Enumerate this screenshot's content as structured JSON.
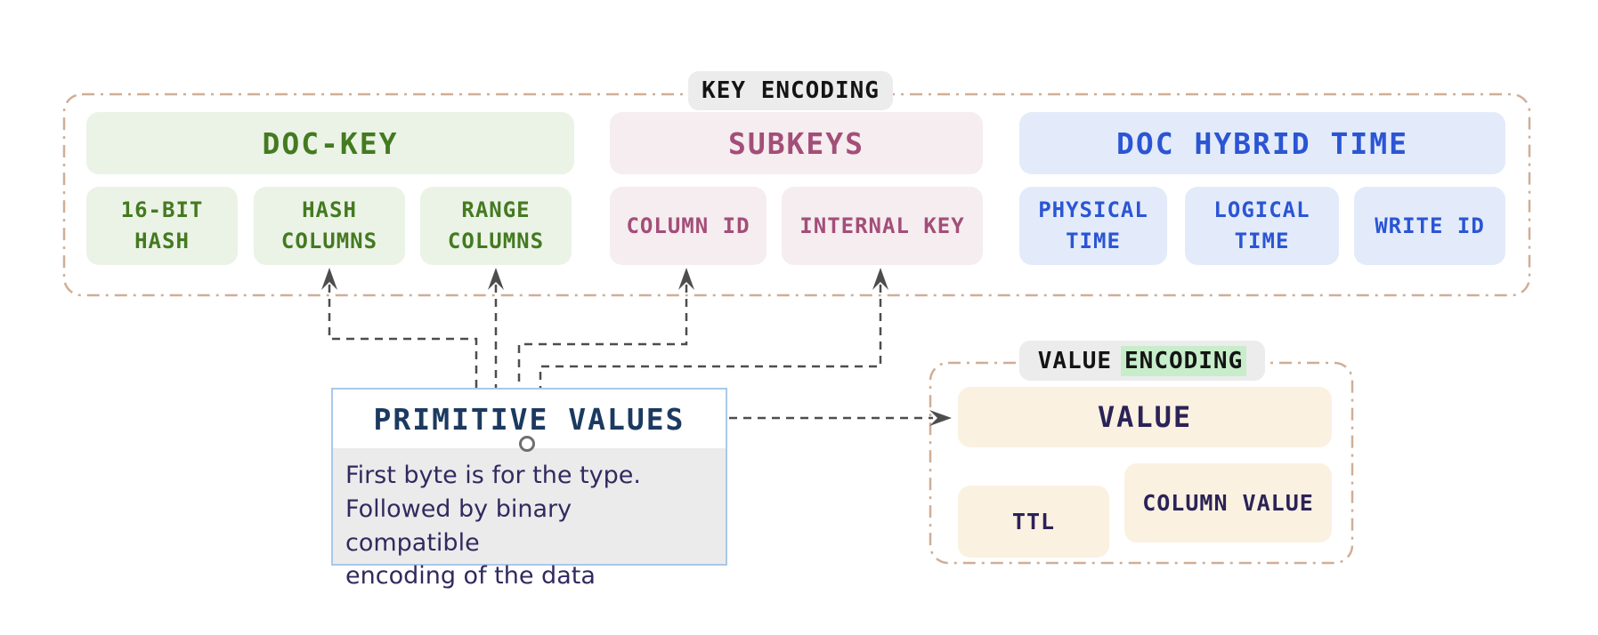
{
  "diagram_title": "DocDB key/value encoding",
  "key_encoding": {
    "label": "KEY ENCODING",
    "groups": [
      {
        "title": "DOC-KEY",
        "items": [
          "16-BIT\nHASH",
          "HASH\nCOLUMNS",
          "RANGE\nCOLUMNS"
        ]
      },
      {
        "title": "SUBKEYS",
        "items": [
          "COLUMN ID",
          "INTERNAL KEY"
        ]
      },
      {
        "title": "DOC HYBRID TIME",
        "items": [
          "PHYSICAL\nTIME",
          "LOGICAL\nTIME",
          "WRITE ID"
        ]
      }
    ]
  },
  "primitive_values": {
    "title": "PRIMITIVE VALUES",
    "description": "First byte is for the type.\nFollowed by binary compatible\nencoding of the data"
  },
  "value_encoding": {
    "label_plain": "VALUE",
    "label_highlight": "ENCODING",
    "boxes": {
      "value": "VALUE",
      "ttl": "TTL",
      "column_value": "COLUMN VALUE"
    }
  },
  "connections": [
    "primitive-values -> hash-columns",
    "primitive-values -> range-columns",
    "primitive-values -> column-id",
    "primitive-values -> internal-key",
    "primitive-values -> value"
  ],
  "colors": {
    "doc_key_bg": "#ebf3e7",
    "doc_key_text": "#447a20",
    "subkeys_bg": "#f5edef",
    "subkeys_text": "#a34e78",
    "hybrid_time_bg": "#e3ebfa",
    "hybrid_time_text": "#2b55d3",
    "value_bg": "#fbf1e1",
    "value_text": "#2b2357",
    "pill_bg": "#ececec",
    "pill_text": "#141414",
    "encoding_highlight": "#c7edcb",
    "container_border": "#cfae96",
    "connector": "#4d4d4d",
    "node_border": "#a9c8e8",
    "node_body_bg": "#ebebec",
    "node_title_text": "#1c3a60",
    "node_body_text": "#312a5e"
  }
}
